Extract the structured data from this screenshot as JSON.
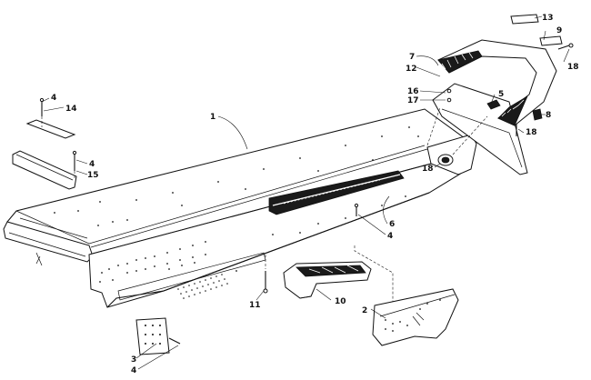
{
  "callouts": [
    {
      "id": "c1",
      "label": "1"
    },
    {
      "id": "c2",
      "label": "2"
    },
    {
      "id": "c3",
      "label": "3"
    },
    {
      "id": "c4a",
      "label": "4"
    },
    {
      "id": "c4b",
      "label": "4"
    },
    {
      "id": "c4c",
      "label": "4"
    },
    {
      "id": "c4d",
      "label": "4"
    },
    {
      "id": "c5",
      "label": "5"
    },
    {
      "id": "c6",
      "label": "6"
    },
    {
      "id": "c7",
      "label": "7"
    },
    {
      "id": "c8",
      "label": "8"
    },
    {
      "id": "c9",
      "label": "9"
    },
    {
      "id": "c10",
      "label": "10"
    },
    {
      "id": "c11",
      "label": "11"
    },
    {
      "id": "c12",
      "label": "12"
    },
    {
      "id": "c13",
      "label": "13"
    },
    {
      "id": "c14",
      "label": "14"
    },
    {
      "id": "c15",
      "label": "15"
    },
    {
      "id": "c16",
      "label": "16"
    },
    {
      "id": "c17",
      "label": "17"
    },
    {
      "id": "c18a",
      "label": "18"
    },
    {
      "id": "c18b",
      "label": "18"
    },
    {
      "id": "c18c",
      "label": "18"
    }
  ],
  "colors": {
    "ink": "#111111",
    "paper": "#ffffff"
  }
}
